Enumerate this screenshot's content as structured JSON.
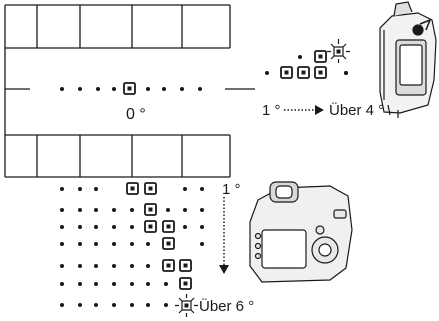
{
  "labels": {
    "level_center": "0 °",
    "horizontal_start": "1 °",
    "horizontal_end": "Über 4 °",
    "vertical_start": "1 °",
    "vertical_end": "Über 6 °"
  },
  "horizontal_indicator": {
    "tilt_levels": [
      1,
      2,
      3,
      4
    ],
    "max_over_degrees": 4
  },
  "vertical_indicator": {
    "tilt_levels": [
      1,
      2,
      3,
      4,
      5,
      6
    ],
    "max_over_degrees": 6
  },
  "icons": {
    "horizontal_camera": "camera-top-view-icon",
    "vertical_camera": "camera-back-view-icon",
    "blink": "blinking-point-icon"
  },
  "colors": {
    "ink": "#1a1a1a",
    "background": "#ffffff"
  }
}
